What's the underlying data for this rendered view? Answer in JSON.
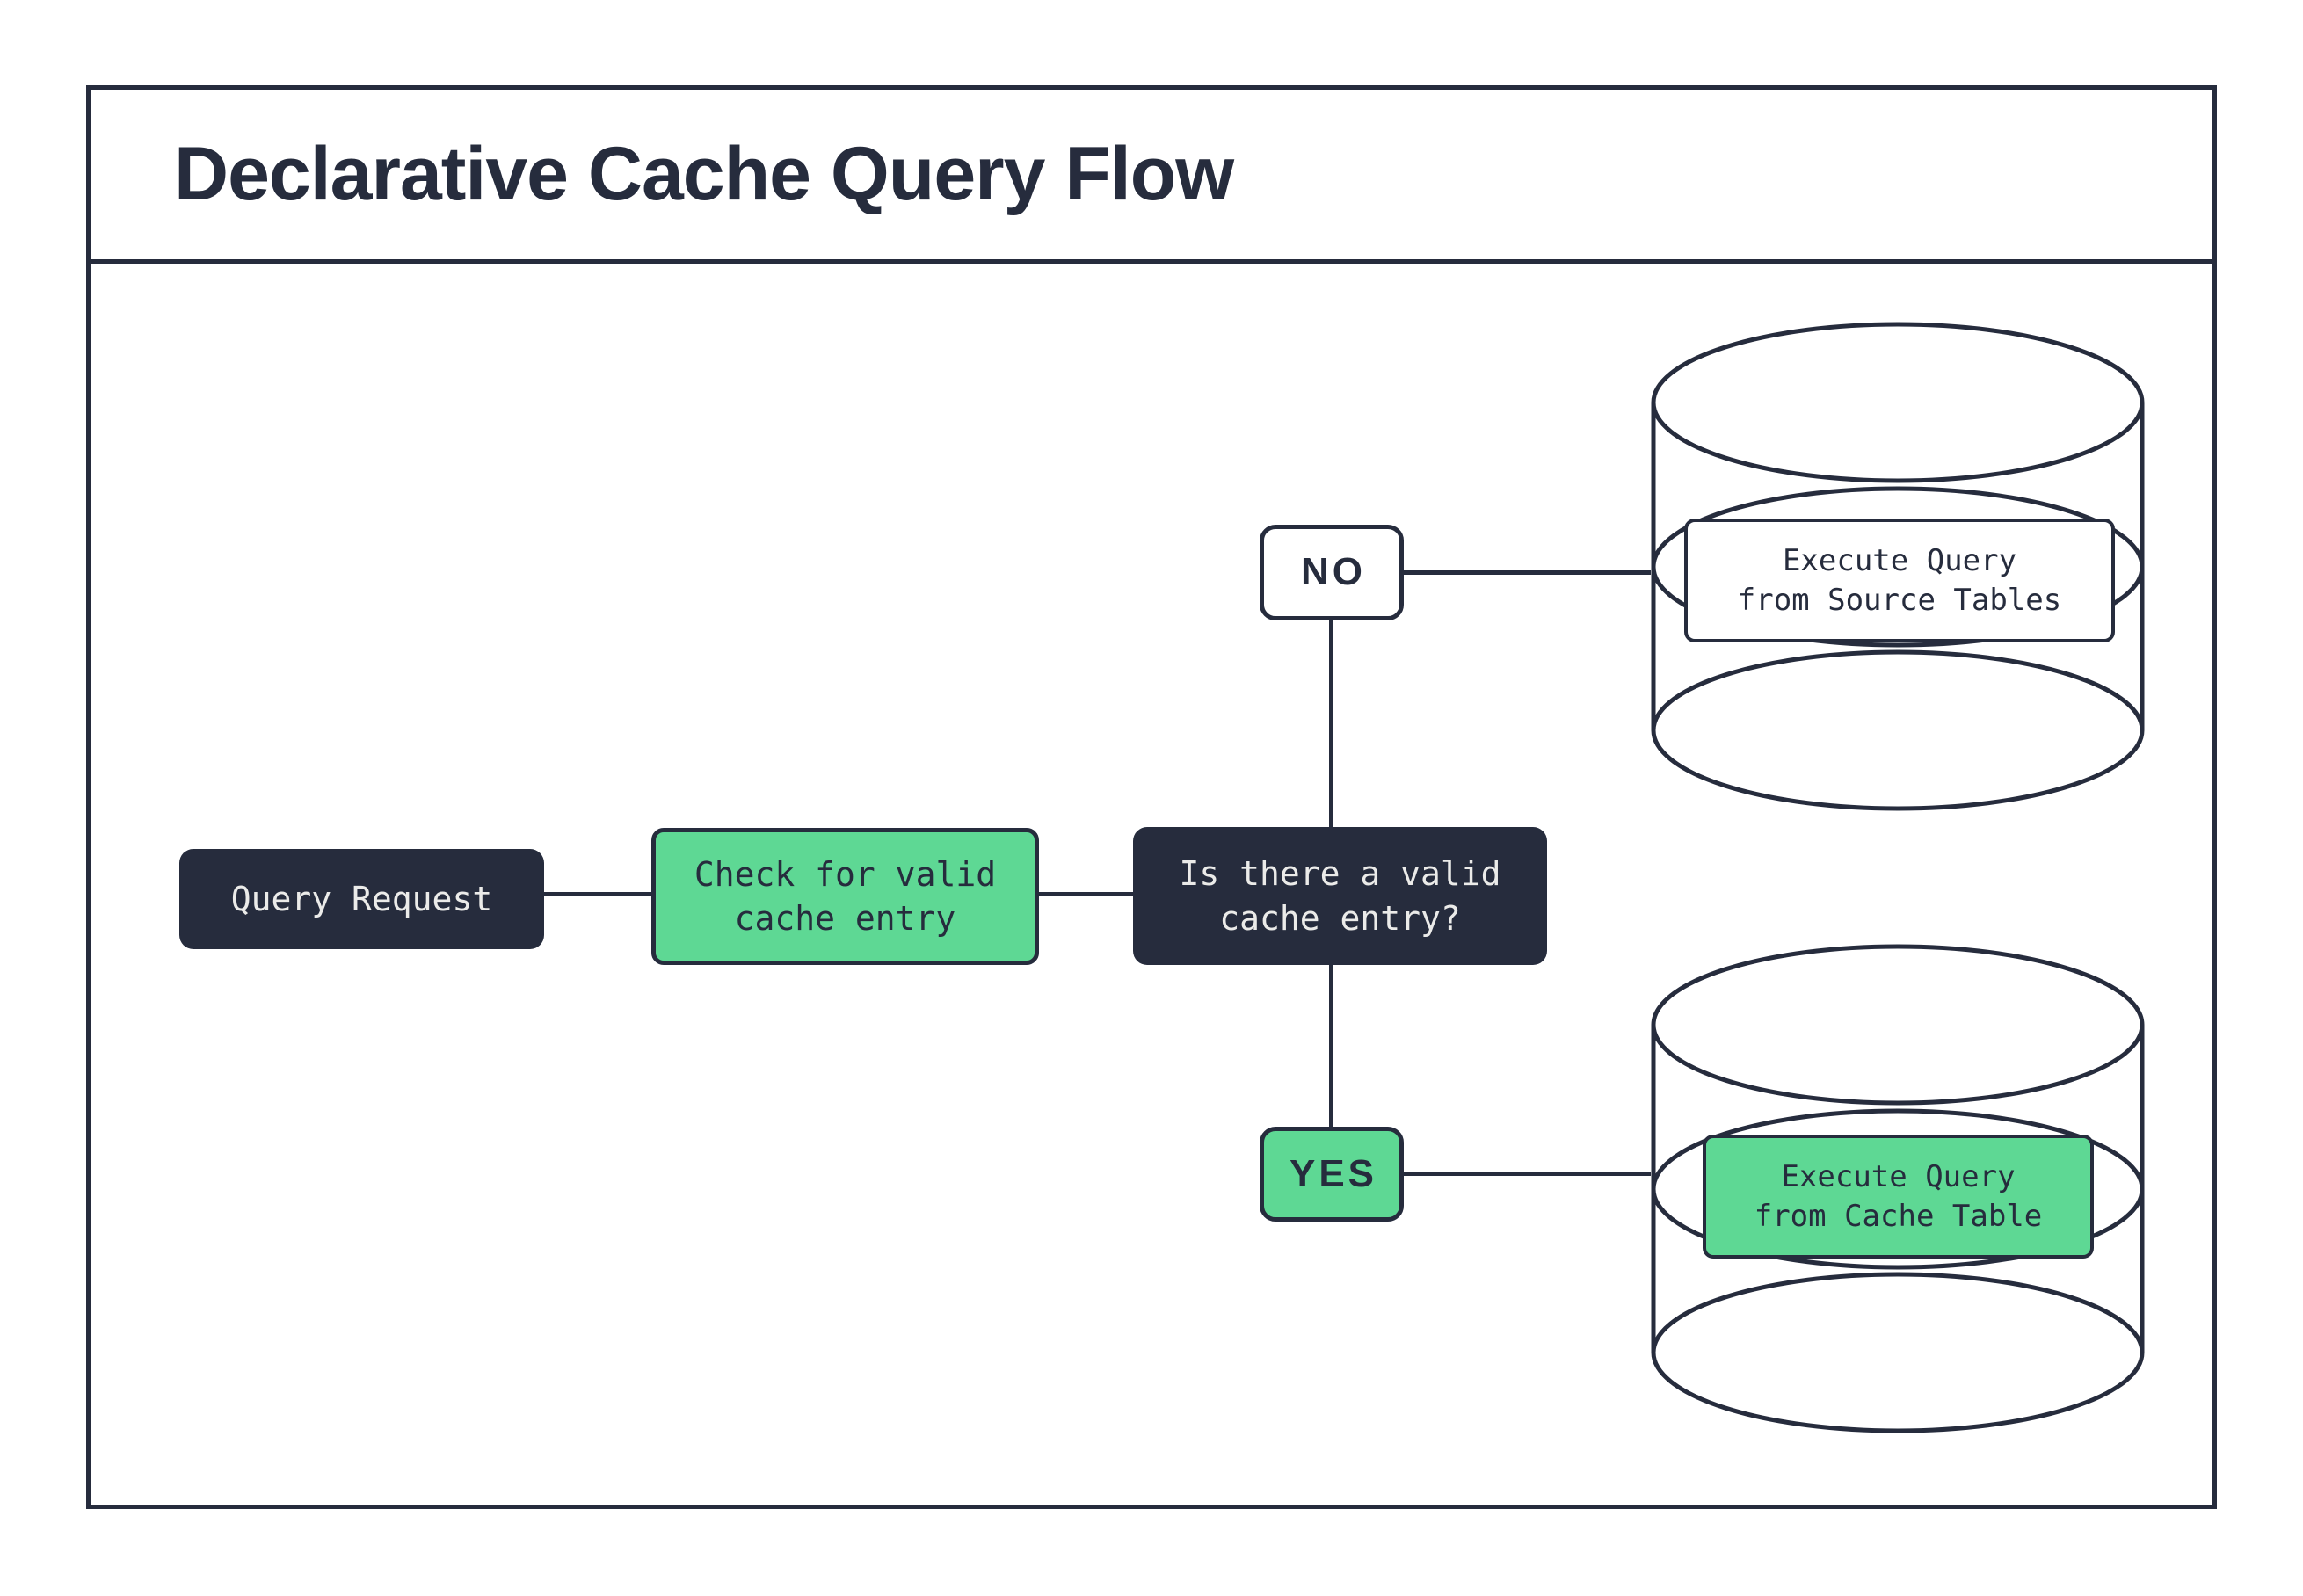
{
  "title": "Declarative Cache Query Flow",
  "colors": {
    "ink": "#262C3D",
    "green": "#5ED894",
    "paper": "#FFFFFF",
    "light_text": "#EBEBE9"
  },
  "nodes": {
    "query_request": {
      "label": "Query Request"
    },
    "check_cache": {
      "label": "Check for valid\ncache entry"
    },
    "decision": {
      "label": "Is there a valid\ncache entry?"
    },
    "branch_no": {
      "label": "NO"
    },
    "branch_yes": {
      "label": "YES"
    },
    "execute_source": {
      "label": "Execute Query\nfrom Source Tables"
    },
    "execute_cache": {
      "label": "Execute Query\nfrom Cache Table"
    }
  },
  "icons": {
    "source_db": "database-cylinder-icon",
    "cache_db": "database-cylinder-icon"
  }
}
